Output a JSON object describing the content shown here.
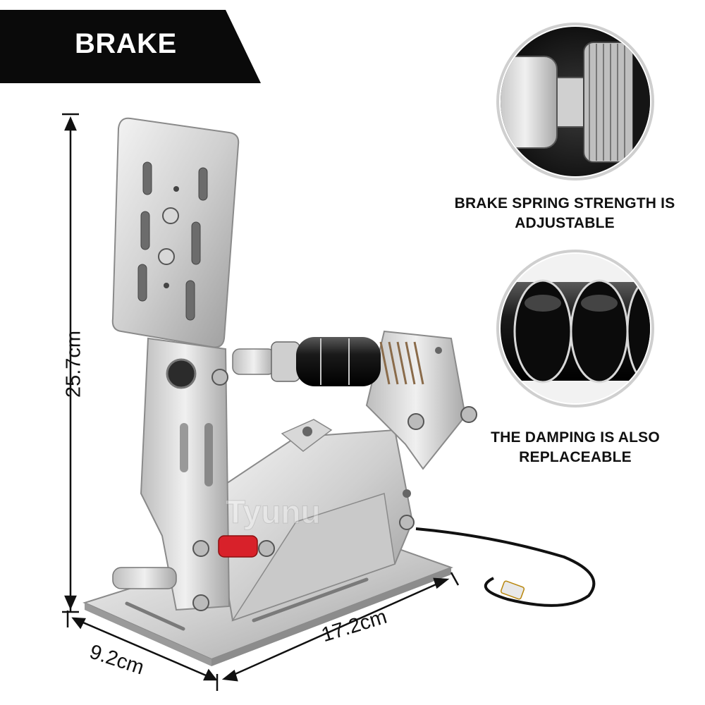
{
  "banner": {
    "title": "BRAKE"
  },
  "features": [
    {
      "icon": "spring-adjuster-detail-icon",
      "caption": "BRAKE SPRING STRENGTH IS ADJUSTABLE"
    },
    {
      "icon": "damper-detail-icon",
      "caption": "THE DAMPING IS ALSO REPLACEABLE"
    }
  ],
  "dimensions": {
    "height": "25.7cm",
    "depth": "9.2cm",
    "width": "17.2cm"
  },
  "watermark": "Tyunu"
}
